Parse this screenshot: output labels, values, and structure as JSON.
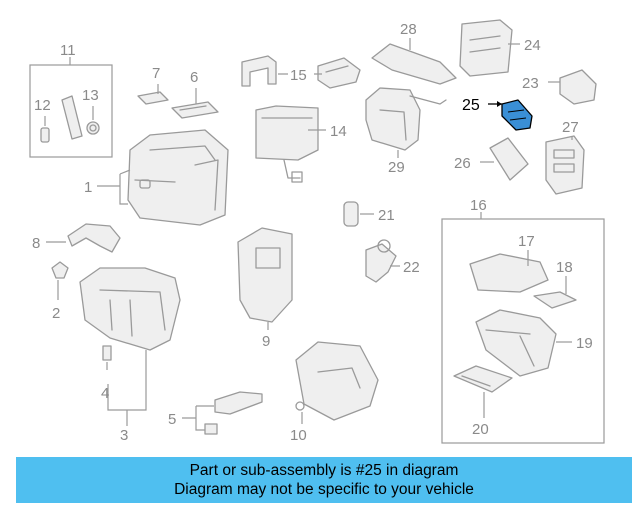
{
  "diagram": {
    "callouts": [
      "1",
      "2",
      "3",
      "4",
      "5",
      "6",
      "7",
      "8",
      "9",
      "10",
      "11",
      "12",
      "13",
      "14",
      "15",
      "16",
      "17",
      "18",
      "19",
      "20",
      "21",
      "22",
      "23",
      "24",
      "25",
      "26",
      "27",
      "28",
      "29"
    ],
    "highlighted_part": "25",
    "highlight_color": "#3a8fd6"
  },
  "banner": {
    "line1": "Part or sub-assembly is #25 in diagram",
    "line2": "Diagram may not be specific to your vehicle",
    "background": "#4fbff0"
  }
}
